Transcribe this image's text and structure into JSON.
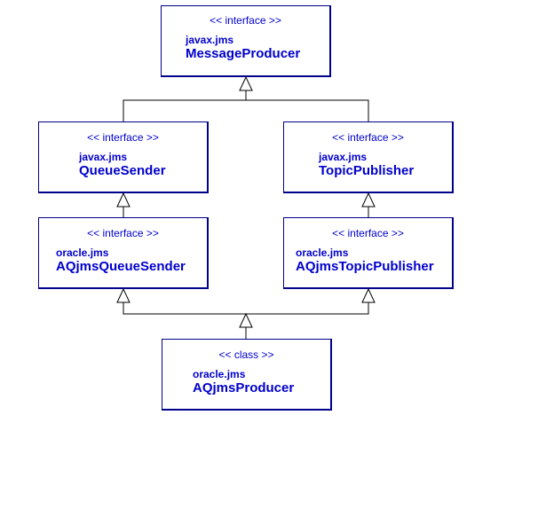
{
  "nodes": {
    "message_producer": {
      "stereotype": "<< interface >>",
      "package": "javax.jms",
      "name": "MessageProducer"
    },
    "queue_sender": {
      "stereotype": "<< interface >>",
      "package": "javax.jms",
      "name": "QueueSender"
    },
    "topic_publisher": {
      "stereotype": "<< interface >>",
      "package": "javax.jms",
      "name": "TopicPublisher"
    },
    "aqjms_queue_sender": {
      "stereotype": "<< interface >>",
      "package": "oracle.jms",
      "name": "AQjmsQueueSender"
    },
    "aqjms_topic_publisher": {
      "stereotype": "<< interface >>",
      "package": "oracle.jms",
      "name": "AQjmsTopicPublisher"
    },
    "aqjms_producer": {
      "stereotype": "<< class >>",
      "package": "oracle.jms",
      "name": "AQjmsProducer"
    }
  },
  "relations": [
    {
      "type": "generalization",
      "from": "queue_sender",
      "to": "message_producer"
    },
    {
      "type": "generalization",
      "from": "topic_publisher",
      "to": "message_producer"
    },
    {
      "type": "generalization",
      "from": "aqjms_queue_sender",
      "to": "queue_sender"
    },
    {
      "type": "generalization",
      "from": "aqjms_topic_publisher",
      "to": "topic_publisher"
    },
    {
      "type": "generalization",
      "from": "aqjms_producer",
      "to": "aqjms_queue_sender"
    },
    {
      "type": "generalization",
      "from": "aqjms_producer",
      "to": "aqjms_topic_publisher"
    }
  ],
  "colors": {
    "text": "#0000cc",
    "border": "#00008b",
    "connector": "#000000"
  }
}
